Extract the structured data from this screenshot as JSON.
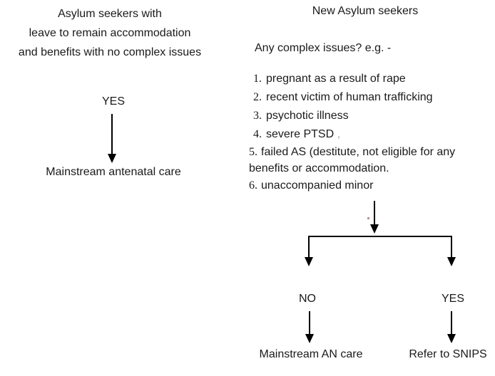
{
  "page": {
    "background": "#ffffff",
    "text_color": "#1a1a1a",
    "line_color": "#000000"
  },
  "left_flow": {
    "title_line1": "Asylum seekers with",
    "title_line2": "leave to remain accommodation",
    "title_line3": "and benefits with no complex issues",
    "decision_label": "YES",
    "outcome": "Mainstream antenatal care"
  },
  "right_flow": {
    "title": "New Asylum seekers",
    "question": "Any complex issues? e.g. -",
    "issues": [
      {
        "num": "1.",
        "text": "pregnant as a result of rape"
      },
      {
        "num": "2.",
        "text": "recent victim of human trafficking"
      },
      {
        "num": "3.",
        "text": "psychotic illness"
      },
      {
        "num": "4.",
        "text": "severe PTSD",
        "faint_suffix": ","
      },
      {
        "num": "5.",
        "text": "failed AS (destitute, not eligible for any benefits or accommodation."
      },
      {
        "num": "6.",
        "text": "unaccompanied minor"
      }
    ],
    "faint_mark": ".",
    "no_branch": {
      "label": "NO",
      "outcome": "Mainstream AN care"
    },
    "yes_branch": {
      "label": "YES",
      "outcome": "Refer to SNIPS"
    }
  }
}
